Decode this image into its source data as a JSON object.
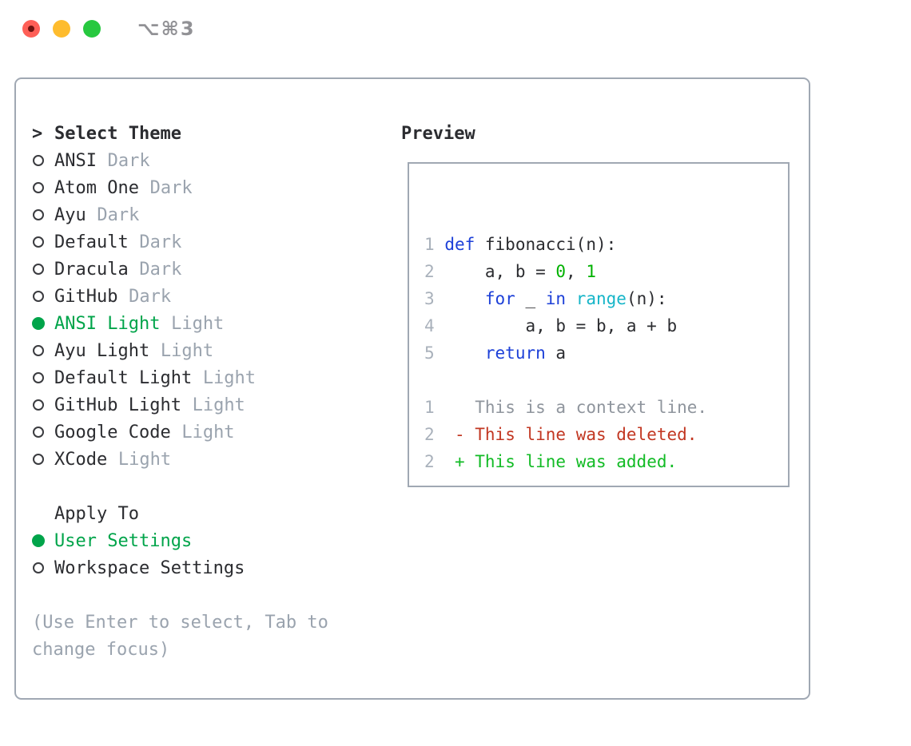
{
  "window": {
    "title": "⌥⌘3",
    "traffic_lights": [
      "close",
      "minimize",
      "zoom"
    ]
  },
  "colors": {
    "accent": "#00a44a",
    "keyword": "#1d40d8",
    "builtin": "#16b5c8",
    "number": "#00b100",
    "added": "#12bb25",
    "deleted": "#c23722",
    "muted": "#9aa3ae",
    "text": "#2b2c30",
    "linenum": "#a9b1bb",
    "context": "#8f959d",
    "panel_border": "#a0a8b3",
    "light_red": "#fe5f57",
    "light_yellow": "#febc2e",
    "light_green": "#27c83f",
    "title_gray": "#919195"
  },
  "list": {
    "prompt": ">",
    "title": "Select Theme",
    "themes": [
      {
        "name": "ANSI",
        "tag": "Dark",
        "selected": false
      },
      {
        "name": "Atom One",
        "tag": "Dark",
        "selected": false
      },
      {
        "name": "Ayu",
        "tag": "Dark",
        "selected": false
      },
      {
        "name": "Default",
        "tag": "Dark",
        "selected": false
      },
      {
        "name": "Dracula",
        "tag": "Dark",
        "selected": false
      },
      {
        "name": "GitHub",
        "tag": "Dark",
        "selected": false
      },
      {
        "name": "ANSI Light",
        "tag": "Light",
        "selected": true
      },
      {
        "name": "Ayu Light",
        "tag": "Light",
        "selected": false
      },
      {
        "name": "Default Light",
        "tag": "Light",
        "selected": false
      },
      {
        "name": "GitHub Light",
        "tag": "Light",
        "selected": false
      },
      {
        "name": "Google Code",
        "tag": "Light",
        "selected": false
      },
      {
        "name": "XCode",
        "tag": "Light",
        "selected": false
      }
    ]
  },
  "apply_to": {
    "title": "Apply To",
    "options": [
      {
        "label": "User Settings",
        "selected": true
      },
      {
        "label": "Workspace Settings",
        "selected": false
      }
    ]
  },
  "footer": {
    "lines": [
      "(Use Enter to select, Tab to",
      "change focus)"
    ]
  },
  "preview": {
    "title": "Preview",
    "code_lines": [
      {
        "num": "1",
        "tokens": [
          [
            "kw",
            "def"
          ],
          [
            "p",
            " fibonacci(n):"
          ]
        ]
      },
      {
        "num": "2",
        "tokens": [
          [
            "p",
            "    a, b = "
          ],
          [
            "num",
            "0"
          ],
          [
            "p",
            ", "
          ],
          [
            "num",
            "1"
          ]
        ]
      },
      {
        "num": "3",
        "tokens": [
          [
            "p",
            "    "
          ],
          [
            "kw",
            "for"
          ],
          [
            "p",
            " _ "
          ],
          [
            "kw",
            "in"
          ],
          [
            "p",
            " "
          ],
          [
            "fn",
            "range"
          ],
          [
            "p",
            "(n):"
          ]
        ]
      },
      {
        "num": "4",
        "tokens": [
          [
            "p",
            "        a, b = b, a + b"
          ]
        ]
      },
      {
        "num": "5",
        "tokens": [
          [
            "p",
            "    "
          ],
          [
            "kw",
            "return"
          ],
          [
            "p",
            " a"
          ]
        ]
      }
    ],
    "diff_lines": [
      {
        "num": "1",
        "sign": " ",
        "kind": "context",
        "text": "This is a context line."
      },
      {
        "num": "2",
        "sign": "-",
        "kind": "deleted",
        "text": "This line was deleted."
      },
      {
        "num": "2",
        "sign": "+",
        "kind": "added",
        "text": "This line was added."
      }
    ]
  }
}
